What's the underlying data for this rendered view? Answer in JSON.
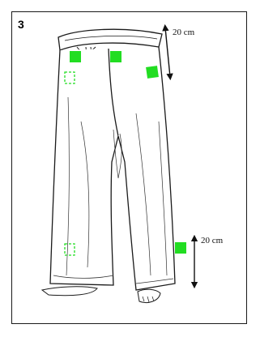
{
  "step": {
    "number": "3"
  },
  "measurements": {
    "top_label": "20 cm",
    "bottom_label": "20 cm"
  },
  "colors": {
    "marker": "#22dd22",
    "outline": "#1a1a1a"
  }
}
